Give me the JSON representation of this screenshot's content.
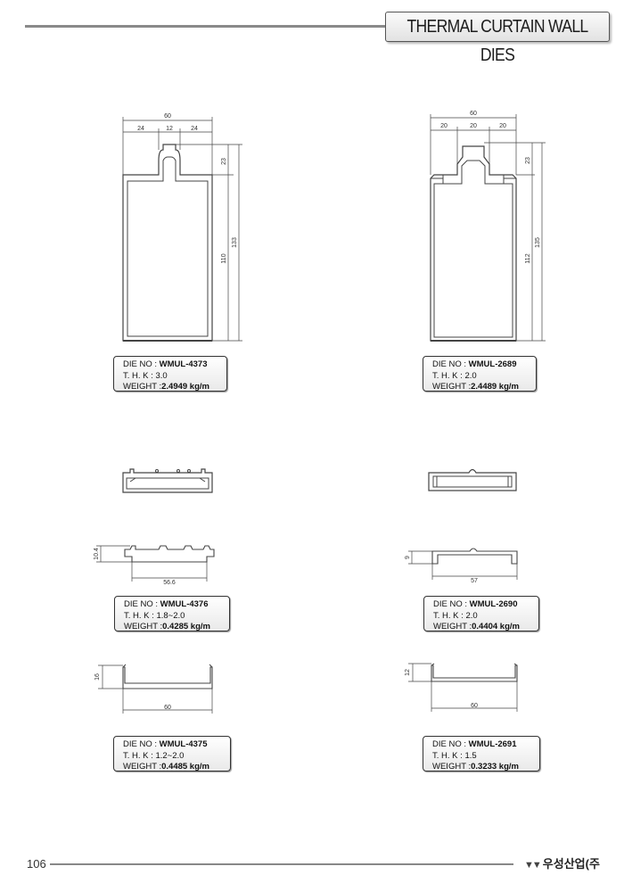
{
  "header": {
    "title": "THERMAL CURTAIN WALL DIES"
  },
  "footer": {
    "page_number": "106",
    "company": "우성산업(주",
    "logo_icon": "company-logo-icon"
  },
  "dies": [
    {
      "label_no": "DIE NO :",
      "die_no": "WMUL-4373",
      "label_thk": "T. H. K :",
      "thk": "3.0",
      "label_weight": "WEIGHT :",
      "weight": "2.4949 kg/m",
      "dims": {
        "total_width": "60",
        "w_left": "24",
        "w_mid": "12",
        "w_right": "24",
        "h_top": "23",
        "h_inner": "110",
        "h_total": "133"
      }
    },
    {
      "label_no": "DIE NO :",
      "die_no": "WMUL-2689",
      "label_thk": "T. H. K :",
      "thk": "2.0",
      "label_weight": "WEIGHT :",
      "weight": "2.4489 kg/m",
      "dims": {
        "total_width": "60",
        "w_left": "20",
        "w_mid": "20",
        "w_right": "20",
        "h_top": "23",
        "h_inner": "112",
        "h_total": "135"
      }
    },
    {
      "label_no": "DIE NO :",
      "die_no": "WMUL-4376",
      "label_thk": "T. H. K :",
      "thk": "1.8~2.0",
      "label_weight": "WEIGHT :",
      "weight": "0.4285 kg/m",
      "dims": {
        "height": "10.4",
        "width": "56.6"
      }
    },
    {
      "label_no": "DIE NO :",
      "die_no": "WMUL-2690",
      "label_thk": "T. H. K :",
      "thk": "2.0",
      "label_weight": "WEIGHT :",
      "weight": "0.4404 kg/m",
      "dims": {
        "height": "9",
        "width": "57"
      }
    },
    {
      "label_no": "DIE NO :",
      "die_no": "WMUL-4375",
      "label_thk": "T. H. K :",
      "thk": "1.2~2.0",
      "label_weight": "WEIGHT :",
      "weight": "0.4485 kg/m",
      "dims": {
        "height": "16",
        "width": "60"
      }
    },
    {
      "label_no": "DIE NO :",
      "die_no": "WMUL-2691",
      "label_thk": "T. H. K :",
      "thk": "1.5",
      "label_weight": "WEIGHT :",
      "weight": "0.3233 kg/m",
      "dims": {
        "height": "12",
        "width": "60"
      }
    }
  ]
}
